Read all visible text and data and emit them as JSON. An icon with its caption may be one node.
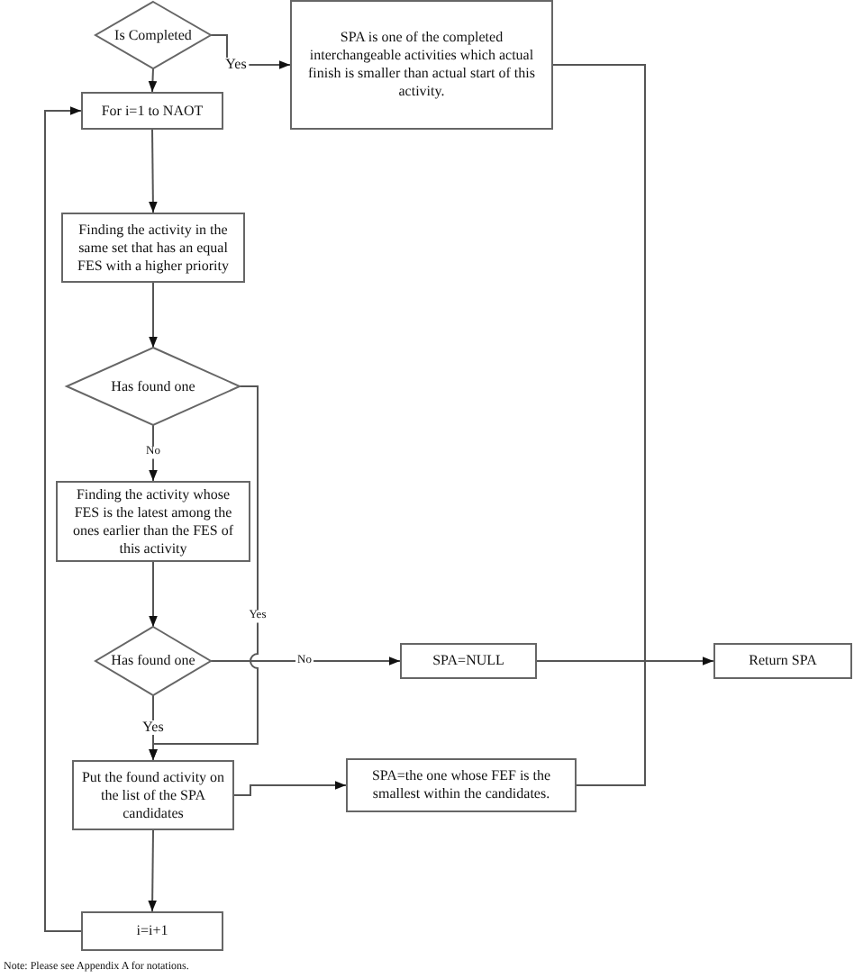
{
  "diagram": {
    "nodes": [
      {
        "text": [
          "Is Completed"
        ]
      },
      {
        "text": [
          "SPA is one of the completed interchangeable activities which actual finish is smaller than actual start of this activity."
        ]
      },
      {
        "text": [
          "For i=1 to NAOT"
        ]
      },
      {
        "text": [
          "Finding  the activity in the same set that has an equal FES with a higher priority"
        ]
      },
      {
        "text": [
          "Has found one"
        ]
      },
      {
        "text": [
          "Finding the activity whose FES is the latest among the ones earlier than the FES of this activity"
        ]
      },
      {
        "text": [
          "Has found one"
        ]
      },
      {
        "text": [
          "SPA=NULL"
        ]
      },
      {
        "text": [
          "Return SPA"
        ]
      },
      {
        "text": [
          "Put the found activity on the list of the SPA candidates"
        ]
      },
      {
        "text": [
          "SPA=the one whose FEF is the smallest within the candidates."
        ]
      },
      {
        "text": [
          "i=i+1"
        ]
      }
    ],
    "edges": [
      {
        "from": 0,
        "to": 1,
        "arrow": "to",
        "label": "Yes"
      },
      {
        "from": 0,
        "to": 2,
        "arrow": "to"
      },
      {
        "from": 2,
        "to": 3,
        "arrow": "to"
      },
      {
        "from": 3,
        "to": 4,
        "arrow": "to"
      },
      {
        "from": 4,
        "to": 5,
        "arrow": "to",
        "label": "No"
      },
      {
        "from": 5,
        "to": 6,
        "arrow": "to"
      },
      {
        "from": 4,
        "to": 9,
        "arrow": "to",
        "label": "Yes"
      },
      {
        "from": 6,
        "to": 7,
        "arrow": "to",
        "label": "No"
      },
      {
        "from": 7,
        "to": 8,
        "arrow": "to"
      },
      {
        "from": 6,
        "to": 9,
        "arrow": "to",
        "label": "Yes"
      },
      {
        "from": 9,
        "to": 10,
        "arrow": "to"
      },
      {
        "from": 1,
        "to": 10,
        "arrow": "none"
      },
      {
        "from": 9,
        "to": 11,
        "arrow": "to"
      },
      {
        "from": 11,
        "to": 2,
        "arrow": "to"
      }
    ],
    "labels": [
      "Note: Please see Appendix A for notations."
    ]
  }
}
